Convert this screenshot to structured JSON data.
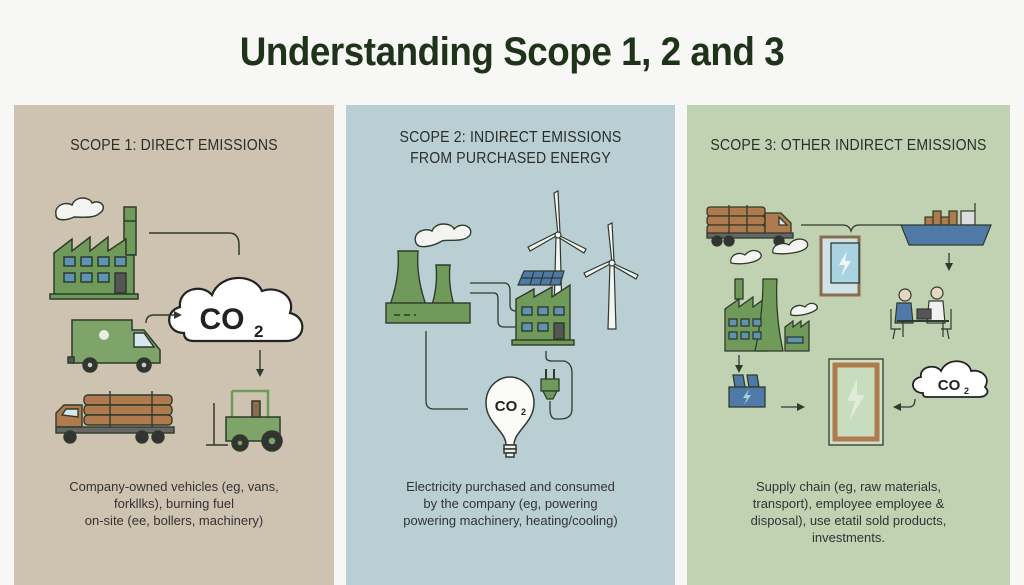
{
  "title": "Understanding Scope 1, 2 and 3",
  "colors": {
    "title": "#1e3319",
    "scope1_bg": "#cdc3b0",
    "scope2_bg": "#b9cfd4",
    "scope3_bg": "#c1d2b3",
    "icon_green": "#6f9a5a",
    "window_blue": "#5f93b3",
    "wood_brown": "#b07a4f"
  },
  "panels": [
    {
      "id": "scope1",
      "heading": "SCOPE 1: DIRECT EMISSIONS",
      "description": "Company-owned vehicles (eg, vans,\nforkllks), burning fuel\non-site (ee, bollers, machinery)",
      "icons": [
        "factory-icon",
        "co2-cloud-icon",
        "delivery-van-icon",
        "log-truck-icon",
        "forklift-icon"
      ],
      "co2_label": "CO",
      "co2_sub": "2"
    },
    {
      "id": "scope2",
      "heading": "SCOPE 2: INDIRECT EMISSIONS\nFROM PURCHASED ENERGY",
      "heading_line1": "SCOPE 2: INDIRECT EMISSIONS",
      "heading_line2": "FROM PURCHASED ENERGY",
      "description": "Electricity purchased and consumed\nby the company (eg, powering\npowering machinery, heating/cooling)",
      "icons": [
        "power-plant-icon",
        "wind-turbine-icon",
        "solar-panel-icon",
        "factory-icon",
        "lightbulb-co2-icon",
        "electric-plug-icon"
      ],
      "co2_label": "CO",
      "co2_sub": "2"
    },
    {
      "id": "scope3",
      "heading": "SCOPE 3: OTHER INDIRECT EMISSIONS",
      "description": "Supply chain (eg, raw materials,\ntransport), employee employee &\ndisposal), use etatil sold products,\ninvestments.",
      "icons": [
        "log-truck-icon",
        "cargo-ship-icon",
        "window-frame-icon",
        "factory-icon",
        "office-workers-icon",
        "battery-icon",
        "co2-cloud-icon"
      ],
      "co2_label": "CO",
      "co2_sub": "2"
    }
  ]
}
